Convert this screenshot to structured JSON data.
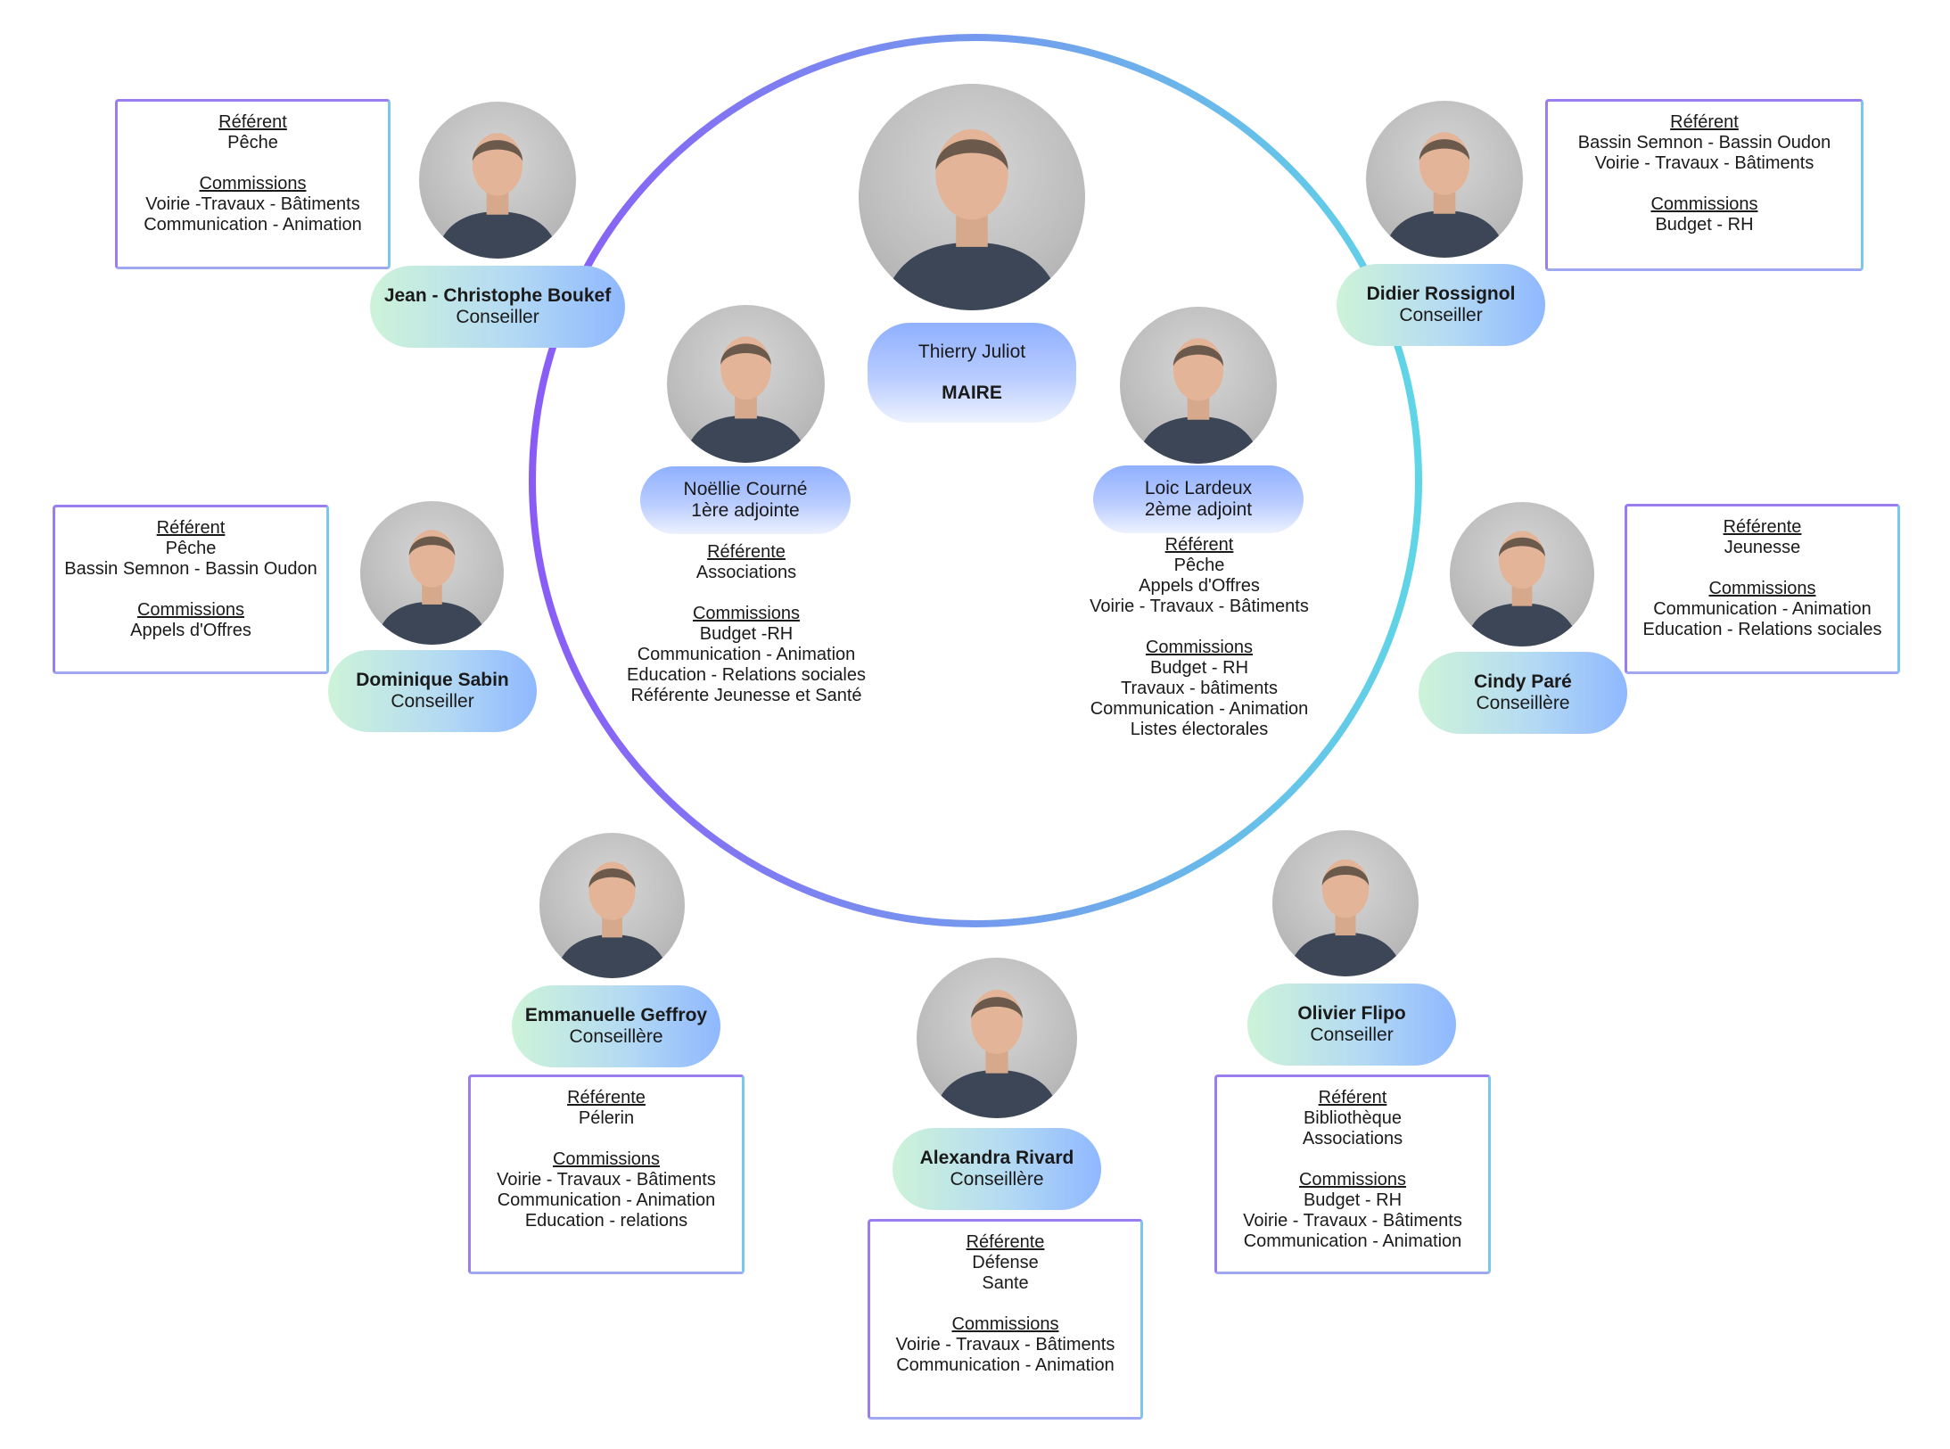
{
  "colors": {
    "ring_start": "#8a5cf6",
    "ring_end": "#5fd6e6"
  },
  "mayor": {
    "name": "Thierry Juliot",
    "role": "MAIRE",
    "photo": "portrait-photo"
  },
  "deputy1": {
    "name": "Noëllie Courné",
    "role": "1ère adjointe",
    "photo": "portrait-photo",
    "ref_title": "Référente",
    "ref_items": [
      "Associations"
    ],
    "com_title": "Commissions",
    "com_items": [
      "Budget -RH",
      "Communication - Animation",
      "Education - Relations sociales",
      "Référente Jeunesse et Santé"
    ]
  },
  "deputy2": {
    "name": "Loic Lardeux",
    "role": "2ème adjoint",
    "photo": "portrait-photo",
    "ref_title": "Référent",
    "ref_items": [
      "Pêche",
      "Appels d'Offres",
      "Voirie - Travaux - Bâtiments"
    ],
    "com_title": "Commissions",
    "com_items": [
      "Budget - RH",
      "Travaux - bâtiments",
      "Communication - Animation",
      "Listes électorales"
    ]
  },
  "jean": {
    "name": "Jean - Christophe Boukef",
    "role": "Conseiller",
    "photo": "portrait-photo",
    "ref_title": "Référent",
    "ref_items": [
      "Pêche"
    ],
    "com_title": "Commissions",
    "com_items": [
      "Voirie -Travaux - Bâtiments",
      "Communication - Animation"
    ]
  },
  "didier": {
    "name": "Didier Rossignol",
    "role": "Conseiller",
    "photo": "portrait-photo",
    "ref_title": "Référent",
    "ref_items": [
      "Bassin Semnon - Bassin Oudon",
      "Voirie - Travaux - Bâtiments"
    ],
    "com_title": "Commissions",
    "com_items": [
      "Budget - RH"
    ]
  },
  "dominique": {
    "name": "Dominique Sabin",
    "role": "Conseiller",
    "photo": "portrait-photo",
    "ref_title": "Référent",
    "ref_items": [
      "Pêche",
      "Bassin Semnon - Bassin Oudon"
    ],
    "com_title": "Commissions",
    "com_items": [
      "Appels d'Offres"
    ]
  },
  "cindy": {
    "name": "Cindy Paré",
    "role": "Conseillère",
    "photo": "portrait-photo",
    "ref_title": "Référente",
    "ref_items": [
      "Jeunesse"
    ],
    "com_title": "Commissions",
    "com_items": [
      "Communication - Animation",
      "Education - Relations sociales"
    ]
  },
  "emmanuelle": {
    "name": "Emmanuelle Geffroy",
    "role": "Conseillère",
    "photo": "portrait-photo",
    "ref_title": "Référente",
    "ref_items": [
      "Pélerin"
    ],
    "com_title": "Commissions",
    "com_items": [
      "Voirie - Travaux - Bâtiments",
      "Communication - Animation",
      "Education - relations"
    ]
  },
  "alexandra": {
    "name": "Alexandra Rivard",
    "role": "Conseillère",
    "photo": "portrait-photo",
    "ref_title": "Référente",
    "ref_items": [
      "Défense",
      "Sante"
    ],
    "com_title": "Commissions",
    "com_items": [
      "Voirie - Travaux - Bâtiments",
      "Communication - Animation"
    ]
  },
  "olivier": {
    "name": "Olivier Flipo",
    "role": "Conseiller",
    "photo": "portrait-photo",
    "ref_title": "Référent",
    "ref_items": [
      "Bibliothèque",
      "Associations"
    ],
    "com_title": "Commissions",
    "com_items": [
      "Budget - RH",
      "Voirie - Travaux - Bâtiments",
      "Communication - Animation"
    ]
  }
}
